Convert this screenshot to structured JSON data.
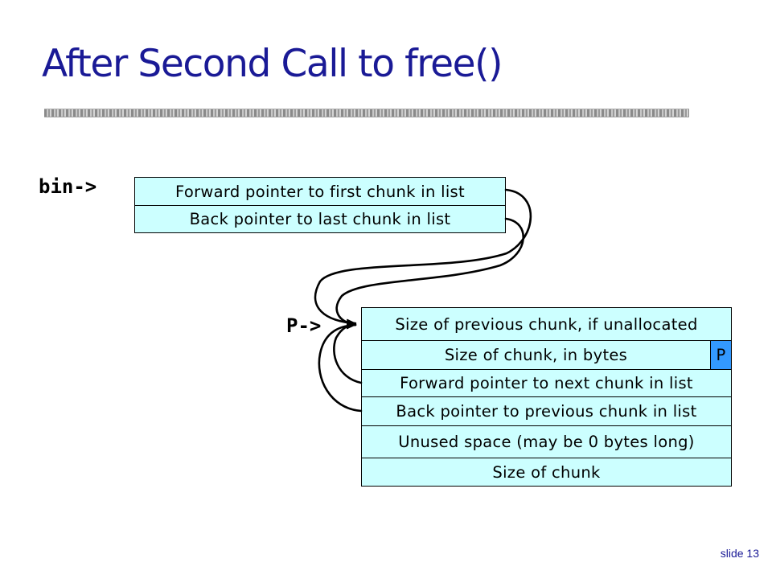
{
  "slide": {
    "title": "After Second Call to free()",
    "number": "slide 13"
  },
  "bin": {
    "label": "bin->",
    "fields": [
      "Forward pointer to first chunk in list",
      "Back pointer to last chunk in list"
    ]
  },
  "chunk": {
    "label": "P->",
    "fields": {
      "prev_size": "Size of previous chunk, if unallocated",
      "size": "Size of chunk, in bytes",
      "flag": "P",
      "fd": "Forward pointer to next chunk in list",
      "bk": "Back pointer to previous chunk in list",
      "unused": "Unused space (may be 0 bytes long)",
      "size_footer": "Size of chunk"
    }
  },
  "colors": {
    "title": "#1a1a96",
    "box_fill": "#ccffff",
    "flag_fill": "#3399ff"
  }
}
